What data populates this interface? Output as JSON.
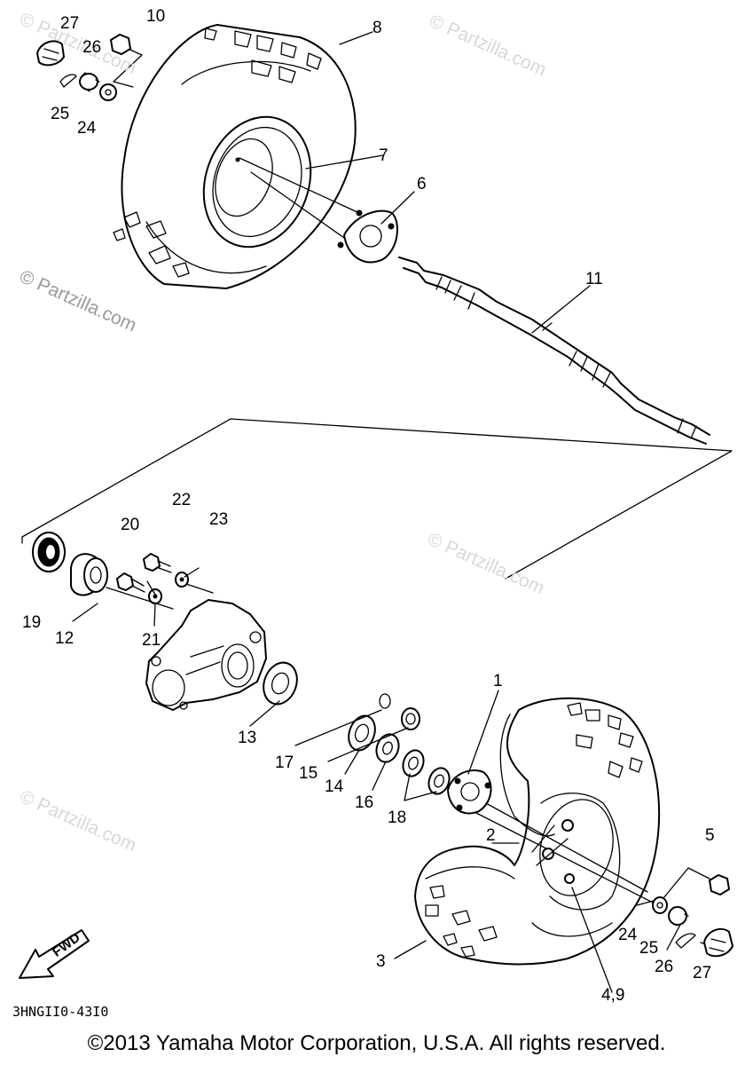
{
  "diagram": {
    "callouts": [
      {
        "id": "c27a",
        "text": "27"
      },
      {
        "id": "c10",
        "text": "10"
      },
      {
        "id": "c26a",
        "text": "26"
      },
      {
        "id": "c25a",
        "text": "25"
      },
      {
        "id": "c24a",
        "text": "24"
      },
      {
        "id": "c8",
        "text": "8"
      },
      {
        "id": "c7",
        "text": "7"
      },
      {
        "id": "c6",
        "text": "6"
      },
      {
        "id": "c11",
        "text": "11"
      },
      {
        "id": "c22",
        "text": "22"
      },
      {
        "id": "c20",
        "text": "20"
      },
      {
        "id": "c23",
        "text": "23"
      },
      {
        "id": "c19",
        "text": "19"
      },
      {
        "id": "c12",
        "text": "12"
      },
      {
        "id": "c21",
        "text": "21"
      },
      {
        "id": "c13",
        "text": "13"
      },
      {
        "id": "c17",
        "text": "17"
      },
      {
        "id": "c15",
        "text": "15"
      },
      {
        "id": "c14",
        "text": "14"
      },
      {
        "id": "c16",
        "text": "16"
      },
      {
        "id": "c18",
        "text": "18"
      },
      {
        "id": "c1",
        "text": "1"
      },
      {
        "id": "c2",
        "text": "2"
      },
      {
        "id": "c5",
        "text": "5"
      },
      {
        "id": "c24b",
        "text": "24"
      },
      {
        "id": "c25b",
        "text": "25"
      },
      {
        "id": "c26b",
        "text": "26"
      },
      {
        "id": "c27b",
        "text": "27"
      },
      {
        "id": "c3",
        "text": "3"
      },
      {
        "id": "c49",
        "text": "4,9"
      }
    ],
    "fwd_label": "FWD",
    "diagram_code": "3HNGII0-43I0"
  },
  "watermarks": [
    "© Partzilla.com",
    "© Partzilla.com",
    "© Partzilla.com",
    "© Partzilla.com",
    "© Partzilla.com"
  ],
  "copyright": "©2013  Yamaha Motor Corporation, U.S.A. All rights reserved.",
  "colors": {
    "line": "#000000",
    "background": "#ffffff",
    "watermark": "#9a9a9a"
  }
}
